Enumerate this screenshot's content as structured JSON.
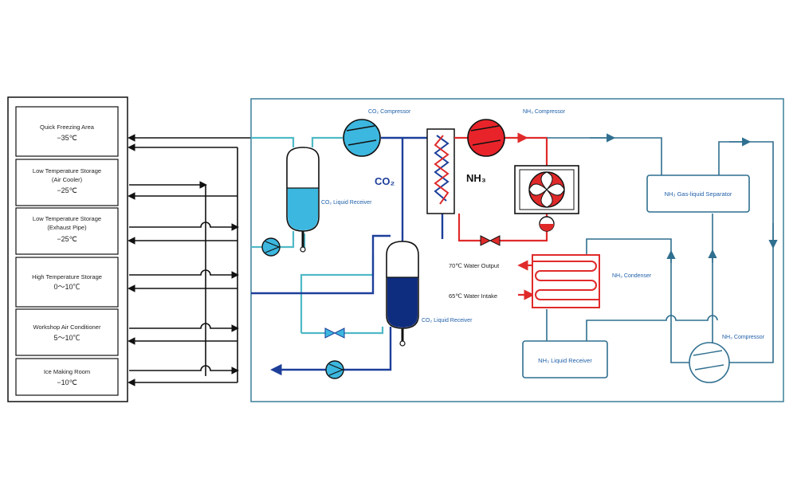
{
  "zones": [
    {
      "name": "Quick Freezing Area",
      "temp": "−35℃"
    },
    {
      "name": "Low Temperature Storage",
      "name2": "(Air Cooler)",
      "temp": "−25℃"
    },
    {
      "name": "Low Temperature Storage",
      "name2": "(Exhaust Pipe)",
      "temp": "−25℃"
    },
    {
      "name": "High Temperature Storage",
      "temp": "0～10℃"
    },
    {
      "name": "Workshop Air Conditioner",
      "temp": "5～10℃"
    },
    {
      "name": "Ice Making Room",
      "temp": "−10℃"
    }
  ],
  "labels": {
    "co2_compressor": "CO₂ Compressor",
    "nh3_compressor_top": "NH₃ Compressor",
    "co2": "CO₂",
    "nh3": "NH₃",
    "co2_liquid_receiver_1": "CO₂ Liquid Receiver",
    "co2_liquid_receiver_2": "CO₂ Liquid Receiver",
    "water_output": "70℃ Water Output",
    "water_intake": "65℃ Water Intake",
    "nh3_condenser": "NH₃ Condenser",
    "nh3_separator": "NH₃ Gas-liquid Separator",
    "nh3_liquid_receiver": "NH₃ Liquid Receiver",
    "nh3_compressor_right": "NH₃ Compressor"
  },
  "colors": {
    "black": "#111111",
    "cyan": "#4fb9c6",
    "navy": "#1d3f9a",
    "red": "#e02a2a",
    "steel": "#2f6f8f",
    "frame": "#3c7f99"
  }
}
